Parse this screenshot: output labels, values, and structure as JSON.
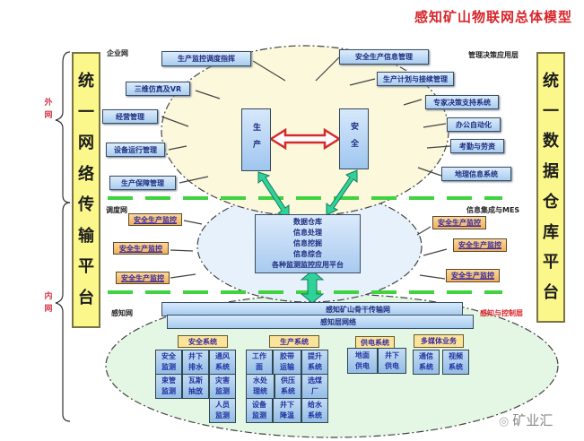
{
  "title": "感知矿山物联网总体模型",
  "left_bar": {
    "chars": [
      "统",
      "一",
      "网",
      "络",
      "传",
      "输",
      "平",
      "台"
    ]
  },
  "right_bar": {
    "chars": [
      "统",
      "一",
      "数",
      "据",
      "仓",
      "库",
      "平",
      "台"
    ]
  },
  "brace_labels": {
    "outer": "外网",
    "inner": "内网"
  },
  "layer_labels": {
    "enterprise_net": "企业网",
    "management_layer": "管理决策应用层",
    "dispatch_net": "调度网",
    "mes_layer": "信息集成与MES",
    "sensing_net": "感知网",
    "sensing_control_layer": "感知与控制层"
  },
  "top_layer": {
    "left_items": [
      "生产监控调度指挥",
      "三维仿真及VR",
      "经营管理",
      "设备运行管理",
      "生产保障管理"
    ],
    "right_items": [
      "安全生产信息管理",
      "生产计划与接续管理",
      "专家决策支持系统",
      "办公自动化",
      "考勤与劳资",
      "地理信息系统"
    ],
    "production_box": "生产",
    "safety_box": "安全"
  },
  "middle_layer": {
    "core_lines": [
      "数据仓库",
      "信息处理",
      "信息挖掘",
      "信息综合",
      "各种监测监控应用平台"
    ],
    "left_items": [
      "安全生产监控",
      "安全生产监控",
      "安全生产监控"
    ],
    "right_items": [
      "安全生产监控",
      "安全生产监控",
      "安全生产监控"
    ]
  },
  "bottom_layer": {
    "backbone": "感知矿山骨干传输网",
    "sensing_network": "感知层网络",
    "groups": [
      {
        "title": "安全系统",
        "cells": [
          "安全监测",
          "井下排水",
          "通风系统",
          "束管监测",
          "瓦斯抽放",
          "灾害监测",
          "人员监测"
        ]
      },
      {
        "title": "生产系统",
        "cells": [
          "工作面",
          "胶带运输",
          "提升系统",
          "水处理统",
          "供压系统",
          "选煤厂",
          "设备监测",
          "井下降温",
          "给水系统"
        ]
      },
      {
        "title": "供电系统",
        "cells": [
          "地面供电",
          "井下供电"
        ]
      },
      {
        "title": "多媒体业务",
        "cells": [
          "通信系统",
          "视频系统"
        ]
      }
    ]
  },
  "watermark": "矿业汇",
  "colors": {
    "title": "#d9252a",
    "platform_bar": "#fbf78a",
    "divider": "#3fd33f",
    "arrow_green": "#2fd39a",
    "arrow_red": "#d62a2a"
  }
}
